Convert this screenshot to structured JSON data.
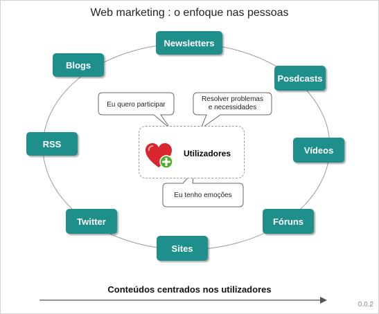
{
  "title": "Web marketing : o enfoque nas pessoas",
  "center": {
    "label": "Utilizadores",
    "icon": "heart-plus-icon"
  },
  "nodes": {
    "newsletters": "Newsletters",
    "blogs": "Blogs",
    "podcasts": "Posdcasts",
    "rss": "RSS",
    "videos": "Vídeos",
    "twitter": "Twitter",
    "foruns": "Fóruns",
    "sites": "Sites"
  },
  "bubbles": {
    "participar": "Eu quero participar",
    "resolver_line1": "Resolver problemas",
    "resolver_line2": "e necessidades",
    "emocoes": "Eu tenho emoções"
  },
  "footer": "Conteúdos centrados nos utilizadores",
  "version": "0.0.2",
  "colors": {
    "node_fill": "#1f8f8c",
    "node_text": "#ffffff",
    "ring": "#999999",
    "heart": "#d8272e",
    "plus": "#4caf2a"
  }
}
